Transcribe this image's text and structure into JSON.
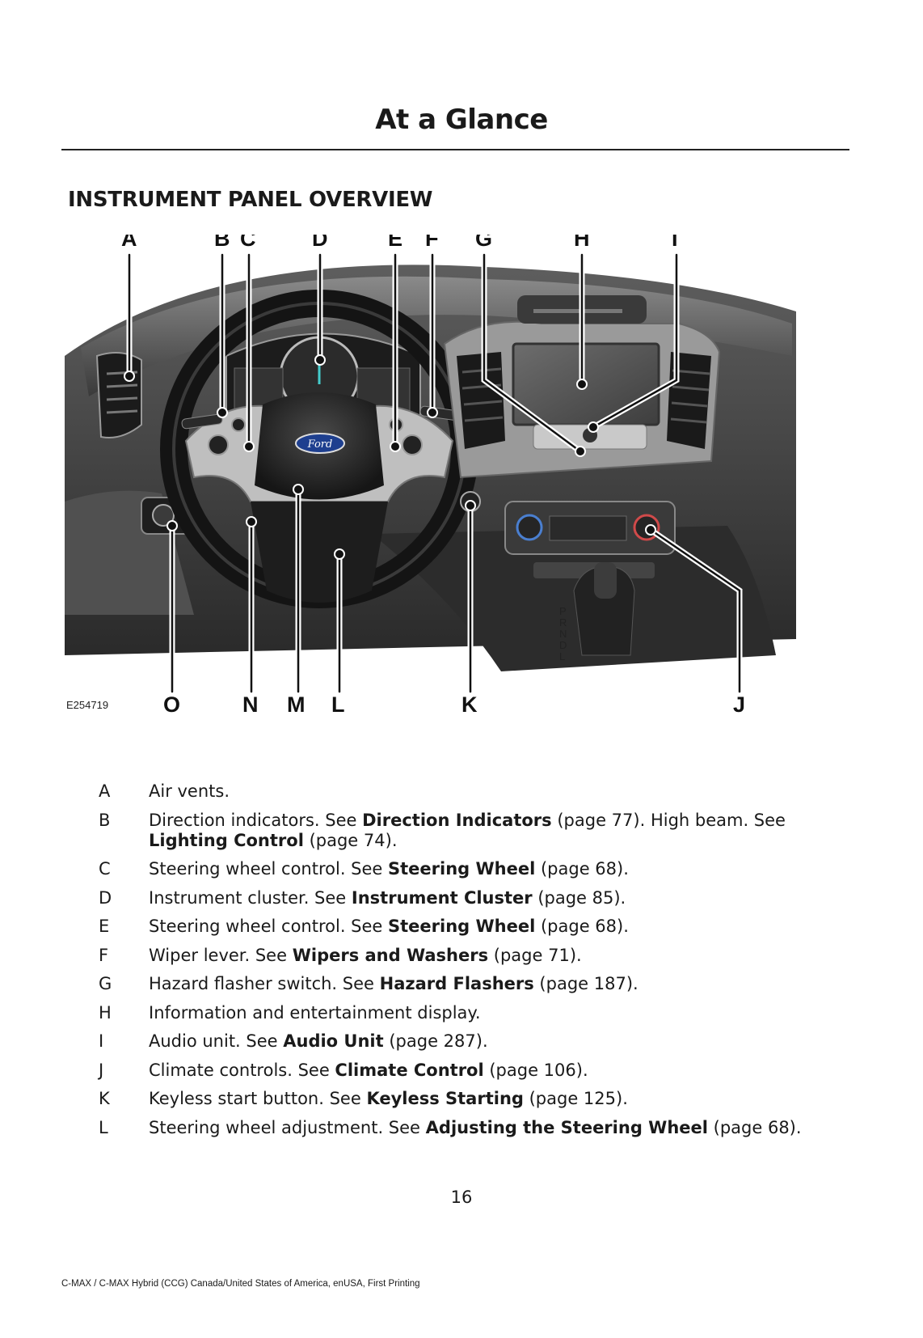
{
  "header": {
    "chapter_title": "At a Glance"
  },
  "section": {
    "heading": "INSTRUMENT PANEL OVERVIEW"
  },
  "figure": {
    "callouts_top": [
      "A",
      "B",
      "C",
      "D",
      "E",
      "F",
      "G",
      "H",
      "I"
    ],
    "callouts_bottom": [
      "O",
      "N",
      "M",
      "L",
      "K",
      "J"
    ],
    "image_id": "E254719",
    "logo_text": "Ford",
    "gear_labels": [
      "P",
      "R",
      "N",
      "D",
      "L"
    ]
  },
  "legend": [
    {
      "key": "A",
      "text": "Air vents.",
      "refs": []
    },
    {
      "key": "B",
      "text": "Direction indicators.  See ",
      "refs": [
        {
          "bold": "Direction Indicators",
          "page": " (page 77).",
          "after": "  High beam.  See "
        },
        {
          "bold": "Lighting Control",
          "page": " (page 74).",
          "after": ""
        }
      ]
    },
    {
      "key": "C",
      "text": "Steering wheel control.  See ",
      "refs": [
        {
          "bold": "Steering Wheel",
          "page": " (page 68).",
          "after": ""
        }
      ]
    },
    {
      "key": "D",
      "text": "Instrument cluster.  See ",
      "refs": [
        {
          "bold": "Instrument Cluster",
          "page": " (page 85).",
          "after": ""
        }
      ]
    },
    {
      "key": "E",
      "text": "Steering wheel control.  See ",
      "refs": [
        {
          "bold": "Steering Wheel",
          "page": " (page 68).",
          "after": ""
        }
      ]
    },
    {
      "key": "F",
      "text": "Wiper lever.  See ",
      "refs": [
        {
          "bold": "Wipers and Washers",
          "page": " (page 71).",
          "after": ""
        }
      ]
    },
    {
      "key": "G",
      "text": "Hazard flasher switch.  See ",
      "refs": [
        {
          "bold": "Hazard Flashers",
          "page": " (page 187).",
          "after": ""
        }
      ]
    },
    {
      "key": "H",
      "text": "Information and entertainment display.",
      "refs": []
    },
    {
      "key": "I",
      "text": "Audio unit.  See ",
      "refs": [
        {
          "bold": "Audio Unit",
          "page": " (page 287).",
          "after": ""
        }
      ]
    },
    {
      "key": "J",
      "text": "Climate controls.  See ",
      "refs": [
        {
          "bold": "Climate Control",
          "page": " (page 106).",
          "after": ""
        }
      ]
    },
    {
      "key": "K",
      "text": "Keyless start button.  See ",
      "refs": [
        {
          "bold": "Keyless Starting",
          "page": " (page 125).",
          "after": ""
        }
      ]
    },
    {
      "key": "L",
      "text": "Steering wheel adjustment.  See ",
      "refs": [
        {
          "bold": "Adjusting the Steering Wheel",
          "page": " (page 68).",
          "after": ""
        }
      ]
    }
  ],
  "page_number": "16",
  "footer": "C-MAX / C-MAX Hybrid (CCG) Canada/United States of America, enUSA, First Printing"
}
